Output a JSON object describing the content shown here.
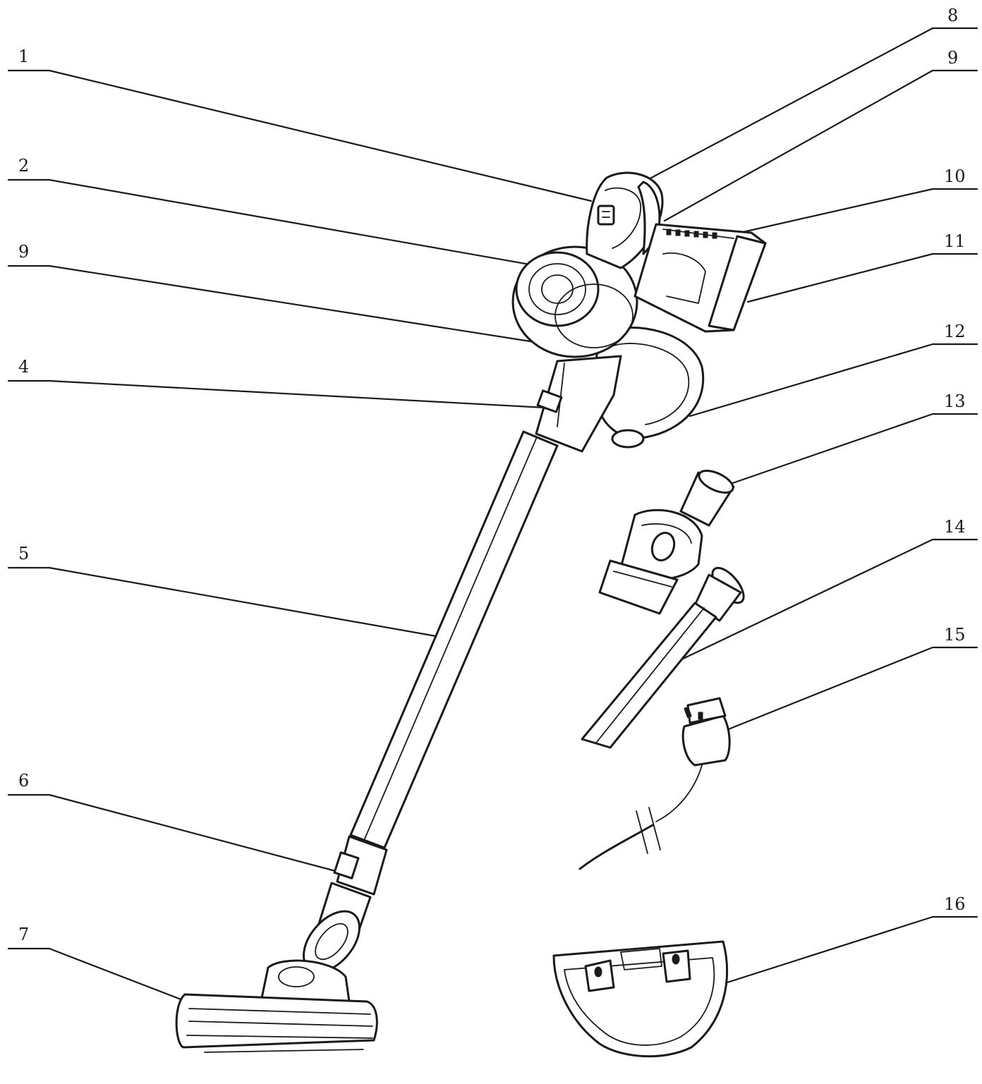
{
  "labels": {
    "l1": "1",
    "l2": "2",
    "l3": "9",
    "l4": "4",
    "l5": "5",
    "l6": "6",
    "l7": "7",
    "l8": "8",
    "l9": "9",
    "l10": "10",
    "l11": "11",
    "l12": "12",
    "l13": "13",
    "l14": "14",
    "l15": "15",
    "l16": "16"
  }
}
